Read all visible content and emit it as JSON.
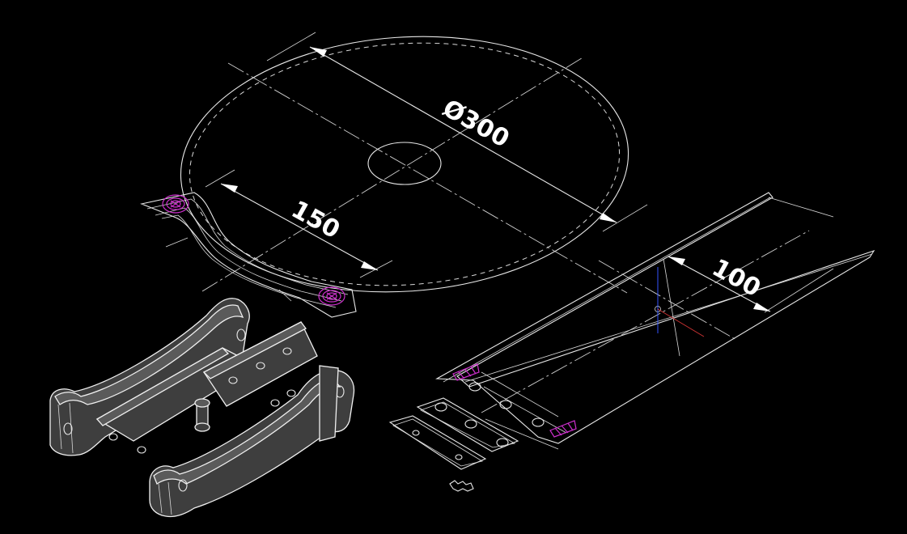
{
  "drawing": {
    "dimensions": {
      "diameter": "Ø300",
      "length_150": "150",
      "width_100": "100"
    },
    "colors": {
      "background": "#000000",
      "linework": "#e8e8e8",
      "highlight": "#cc2fcc",
      "axis_red": "#cc3333",
      "axis_blue": "#3355ff"
    }
  }
}
